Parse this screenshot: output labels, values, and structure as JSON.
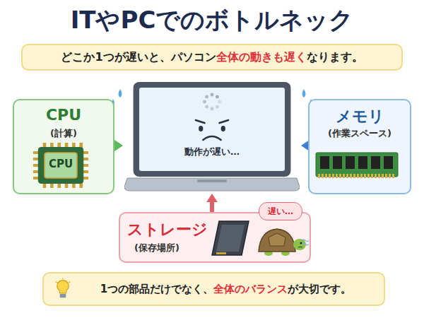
{
  "diagram": {
    "title": "ITやPCでのボトルネック",
    "nodes": [
      {
        "text": [
          "どこか1つが遅いと、パソコン",
          "全体の動きも遅く",
          "なります。"
        ]
      },
      {
        "text": [
          "CPU",
          "(計算)"
        ]
      },
      {
        "text": [
          "CPU"
        ],
        "in": 1
      },
      {
        "text": [
          "動作が遅い…"
        ]
      },
      {
        "text": [
          "メモリ",
          "(作業スペース)"
        ]
      },
      {
        "text": [
          "ストレージ",
          "(保存場所)"
        ]
      },
      {
        "text": [
          "遅い…"
        ],
        "in": 5
      },
      {
        "text": [
          "1つの部品だけでなく、",
          "全体のバランス",
          "が大切です。"
        ]
      }
    ],
    "edges": [
      {
        "from": 1,
        "to": 3,
        "arrow": "to"
      },
      {
        "from": 4,
        "to": 3,
        "arrow": "to"
      },
      {
        "from": 5,
        "to": 3,
        "arrow": "to"
      }
    ]
  }
}
